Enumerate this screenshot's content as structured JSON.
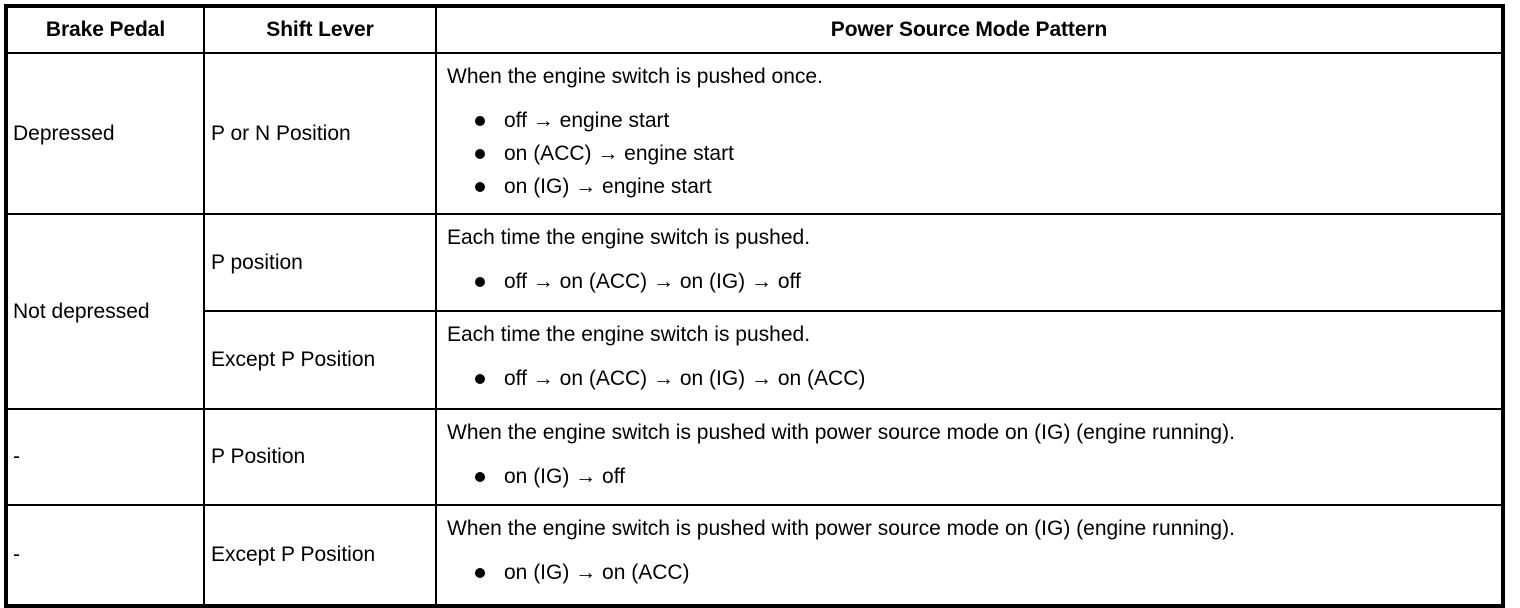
{
  "table": {
    "headers": [
      {
        "label": "Brake Pedal",
        "name": "brake-pedal"
      },
      {
        "label": "Shift Lever",
        "name": "shift-lever"
      },
      {
        "label": "Power Source Mode Pattern",
        "name": "power-source-mode-pattern"
      }
    ],
    "rows": [
      {
        "brake": "Depressed",
        "shift": "P or N Position",
        "lead": "When the engine switch is pushed once.",
        "items": [
          "off → engine start",
          "on (ACC) → engine start",
          "on (IG) → engine start"
        ]
      },
      {
        "brake": "Not depressed",
        "shift": "P position",
        "lead": "Each time the engine switch is pushed.",
        "items": [
          "off → on (ACC) → on (IG) → off"
        ]
      },
      {
        "brake": "",
        "shift": "Except P Position",
        "lead": "Each time the engine switch is pushed.",
        "items": [
          "off → on (ACC) → on (IG) → on (ACC)"
        ]
      },
      {
        "brake": "-",
        "shift": "P Position",
        "lead": "When the engine switch is pushed with power source mode on (IG) (engine running).",
        "items": [
          "on (IG) → off"
        ]
      },
      {
        "brake": "-",
        "shift": "Except P Position",
        "lead": "When the engine switch is pushed with power source mode on (IG) (engine running).",
        "items": [
          "on (IG) → on (ACC)"
        ]
      }
    ]
  },
  "colors": {
    "border": "#000000",
    "text": "#000000",
    "background": "#ffffff"
  }
}
